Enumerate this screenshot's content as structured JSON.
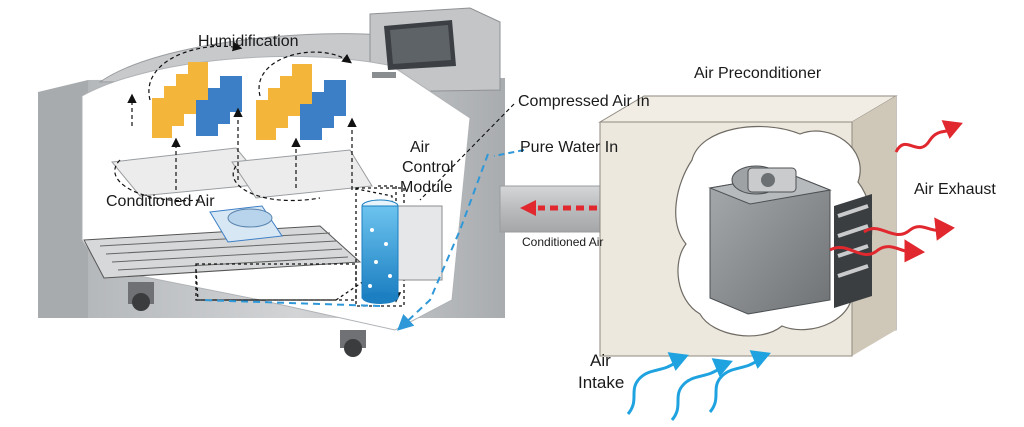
{
  "labels": {
    "humidification": "Humidification",
    "compressed_air_in": "Compressed Air In",
    "pure_water_in": "Pure Water In",
    "air_control_module_line1": "Air",
    "air_control_module_line2": "Control",
    "air_control_module_line3": "Module",
    "conditioned_air_chamber": "Conditioned Air",
    "conditioned_air_duct": "Conditioned Air",
    "air_preconditioner": "Air Preconditioner",
    "air_exhaust": "Air Exhaust",
    "air_intake_line1": "Air",
    "air_intake_line2": "Intake"
  },
  "colors": {
    "cabinet": "#c9cbcd",
    "cabinet_shadow": "#9ea1a4",
    "panel_yellow": "#f3b63a",
    "panel_blue": "#3d7fc6",
    "water": "#2f98d8",
    "duct": "#bdbfc1",
    "conditioned_air_arrow": "#e0282e",
    "exhaust_arrow": "#e0282e",
    "intake_arrow": "#1fa3e0",
    "preconditioner_box": "#e9e4d8",
    "blower": "#8e9193"
  },
  "icons": [
    "chamber-cabinet",
    "control-screen",
    "salt-fog-panels",
    "reservoir-tank",
    "blower-unit",
    "wavy-arrow"
  ]
}
